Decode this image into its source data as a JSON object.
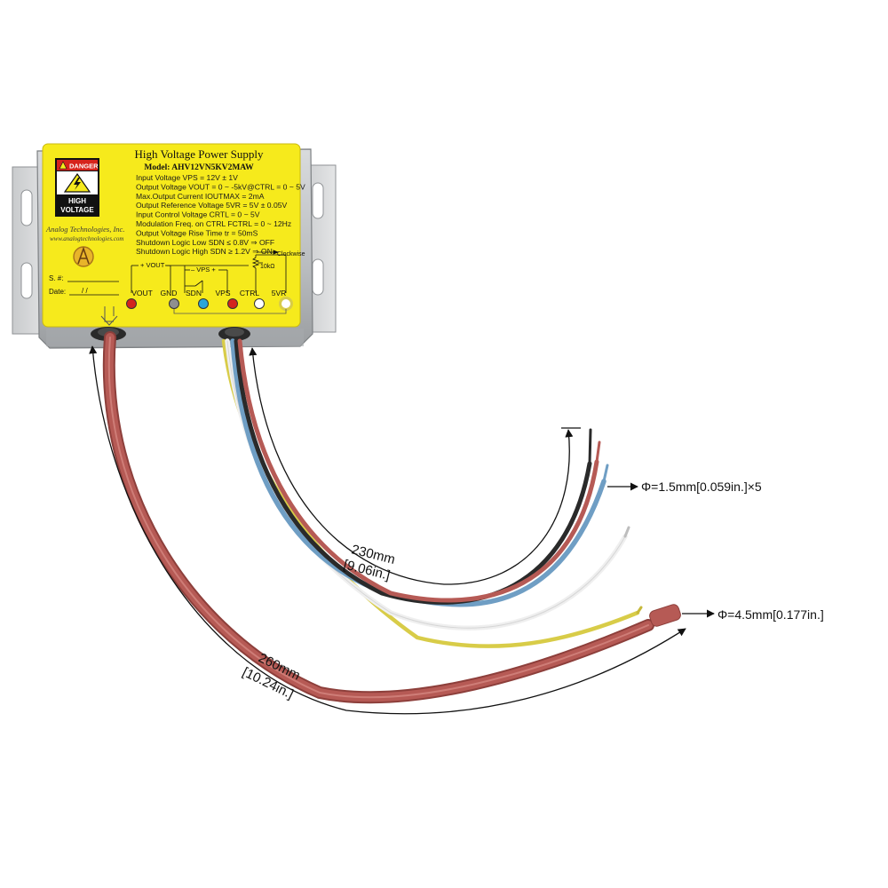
{
  "colors": {
    "label_yellow": "#f6ea1c",
    "housing": "#b9bcbf",
    "wire_red": "#b65a55",
    "wire_blue": "#6f9ec4",
    "wire_black": "#2a2a2a",
    "wire_white": "#f4f4f4",
    "wire_yellow": "#d8cc48"
  },
  "label": {
    "title": "High Voltage Power Supply",
    "model": "Model: AHV12VN5KV2MAW",
    "danger": "DANGER",
    "high": "HIGH",
    "voltage": "VOLTAGE",
    "specs": [
      "Input Voltage VPS = 12V ± 1V",
      "Output Voltage VOUT = 0 ~ -5kV@CTRL = 0 ~ 5V",
      "Max.Output Current IOUTMAX = 2mA",
      "Output Reference Voltage 5VR = 5V ± 0.05V",
      "Input Control Voltage CRTL = 0 ~ 5V",
      "Modulation Freq. on CTRL FCTRL = 0 ~ 12Hz",
      "Output Voltage Rise Time tr = 50mS",
      "Shutdown Logic Low SDN ≤ 0.8V ⇒ OFF",
      "Shutdown Logic High SDN ≥ 1.2V ⇒ ON"
    ],
    "company": "Analog Technologies, Inc.",
    "website": "www.analogtechnologies.com",
    "sn": "S. #:",
    "date": "Date:",
    "date_slashes": "/    /",
    "vout_bracket": "+ VOUT –",
    "vps_bracket": "– VPS +",
    "clockwise": "Clockwise",
    "resistor": "10kΩ",
    "terminals": [
      {
        "name": "VOUT",
        "color": "#d3241e"
      },
      {
        "name": "GND",
        "color": "#8f8f8f"
      },
      {
        "name": "SDN",
        "color": "#2aa6d9"
      },
      {
        "name": "VPS",
        "color": "#d3241e"
      },
      {
        "name": "CTRL",
        "color": "#ffffff"
      },
      {
        "name": "5VR",
        "color": "#ffffff"
      }
    ]
  },
  "dimensions": {
    "thin_length_mm": "230mm",
    "thin_length_in": "[9.06in.]",
    "thin_diameter": "Φ=1.5mm[0.059in.]×5",
    "thick_length_mm": "260mm",
    "thick_length_in": "[10.24in.]",
    "thick_diameter": "Φ=4.5mm[0.177in.]"
  }
}
